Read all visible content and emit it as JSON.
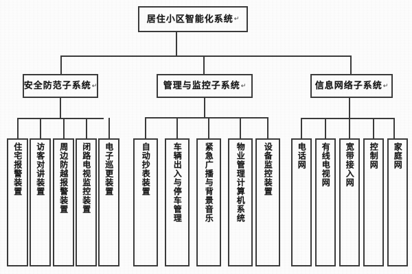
{
  "diagram": {
    "type": "tree-hierarchy",
    "orientation": "top-down",
    "trailing_mark": "↵",
    "colors": {
      "background": "#fcfcfc",
      "border": "#3a3a3a",
      "text": "#141414"
    },
    "root": {
      "label": "居住小区智能化系统"
    },
    "branches": [
      {
        "label": "安全防范子系统",
        "children": [
          {
            "label": "住宅报警装置"
          },
          {
            "label": "访客对讲装置"
          },
          {
            "label": "周边防越报警装置"
          },
          {
            "label": "闭路电视监控装置"
          },
          {
            "label": "电子巡更装置"
          }
        ]
      },
      {
        "label": "管理与监控子系统",
        "children": [
          {
            "label": "自动抄表装置"
          },
          {
            "label": "车辆出入与停车管理"
          },
          {
            "label": "紧急广播与背景音乐"
          },
          {
            "label": "物业管理计算机系统"
          },
          {
            "label": "设备监控装置"
          }
        ]
      },
      {
        "label": "信息网络子系统",
        "children": [
          {
            "label": "电话网"
          },
          {
            "label": "有线电视网"
          },
          {
            "label": "宽带接入网"
          },
          {
            "label": "控制网"
          },
          {
            "label": "家庭网"
          }
        ]
      }
    ]
  }
}
